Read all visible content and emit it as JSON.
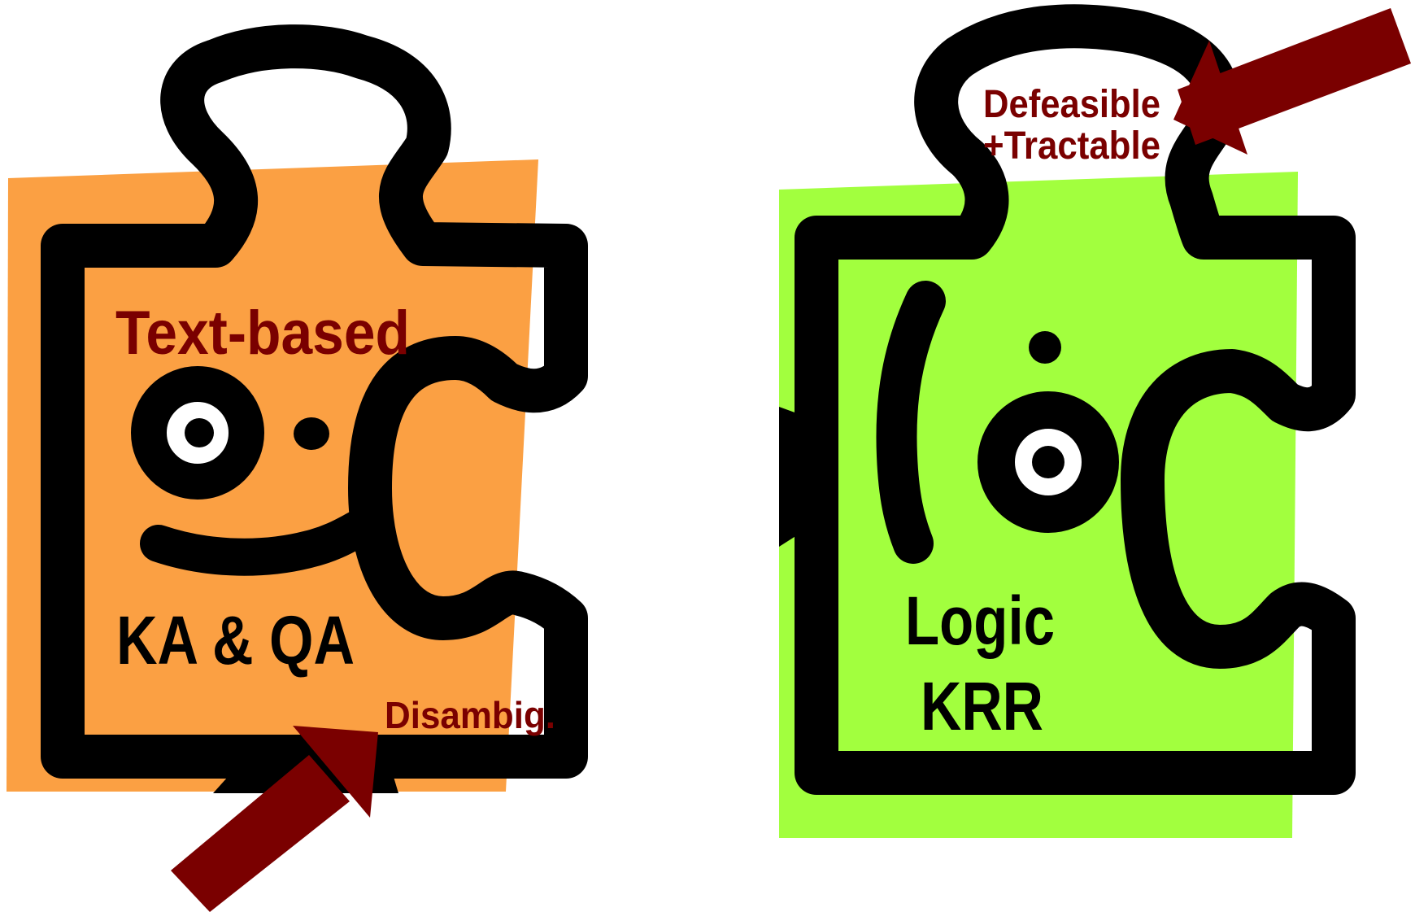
{
  "left_piece": {
    "background_color": "#FBA043",
    "title": "Text-based",
    "subtitle": "KA & QA",
    "note": "Disambig."
  },
  "right_piece": {
    "background_color": "#A2FF3E",
    "title": "Logic",
    "subtitle": "KRR",
    "note_line1": "Defeasible",
    "note_line2": "+Tractable"
  },
  "colors": {
    "arrow": "#7A0000",
    "label_dark": "#7A0000",
    "outline": "#000000"
  }
}
